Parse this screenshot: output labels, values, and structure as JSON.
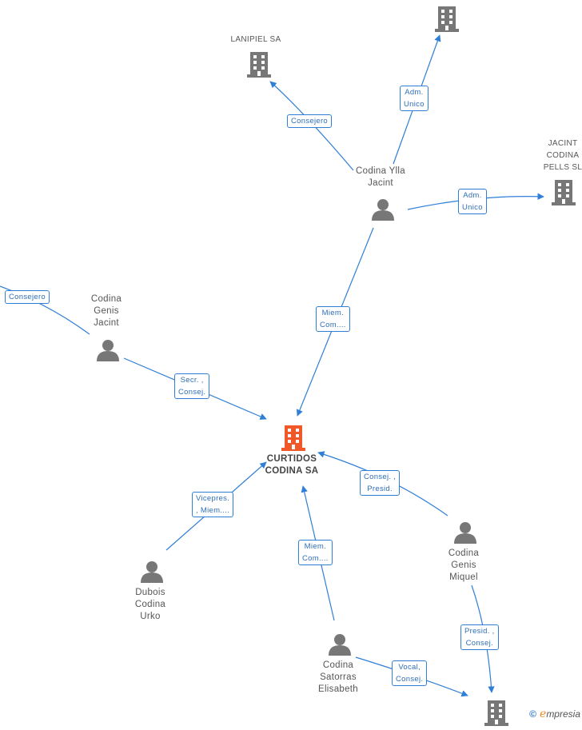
{
  "colors": {
    "edge": "#2f7fd6",
    "icon": "#777777",
    "main_company": "#f0582a"
  },
  "nodes": {
    "curtidos": {
      "label": "CURTIDOS\nCODINA SA",
      "icon": "building-icon"
    },
    "lanipiel": {
      "label": "LANIPIEL SA",
      "icon": "building-icon"
    },
    "top_company": {
      "label": "",
      "icon": "building-icon"
    },
    "jacint_pells": {
      "label": "JACINT\nCODINA\nPELLS SL",
      "icon": "building-icon"
    },
    "bottom_company": {
      "label": "",
      "icon": "building-icon"
    },
    "codina_ylla": {
      "label": "Codina Ylla\nJacint",
      "icon": "person-icon"
    },
    "codina_genis_jacint": {
      "label": "Codina\nGenis\nJacint",
      "icon": "person-icon"
    },
    "codina_genis_miquel": {
      "label": "Codina\nGenis\nMiquel",
      "icon": "person-icon"
    },
    "dubois": {
      "label": "Dubois\nCodina\nUrko",
      "icon": "person-icon"
    },
    "satorras": {
      "label": "Codina\nSatorras\nElisabeth",
      "icon": "person-icon"
    }
  },
  "edges": {
    "ylla_lanipiel": "Consejero",
    "ylla_top": "Adm.\nUnico",
    "ylla_jacint_pells": "Adm.\nUnico",
    "ylla_curtidos": "Miem.\nCom....",
    "genis_jacint_offscreen": "Consejero",
    "genis_jacint_curtidos": "Secr. ,\nConsej.",
    "dubois_curtidos": "Vicepres.\n, Miem....",
    "satorras_curtidos": "Miem.\nCom....",
    "satorras_bottom": "Vocal,\nConsej.",
    "miquel_curtidos": "Consej. ,\nPresid.",
    "miquel_bottom": "Presid. ,\nConsej."
  },
  "brand": {
    "copyright": "©",
    "e": "e",
    "rest": "mpresia"
  }
}
